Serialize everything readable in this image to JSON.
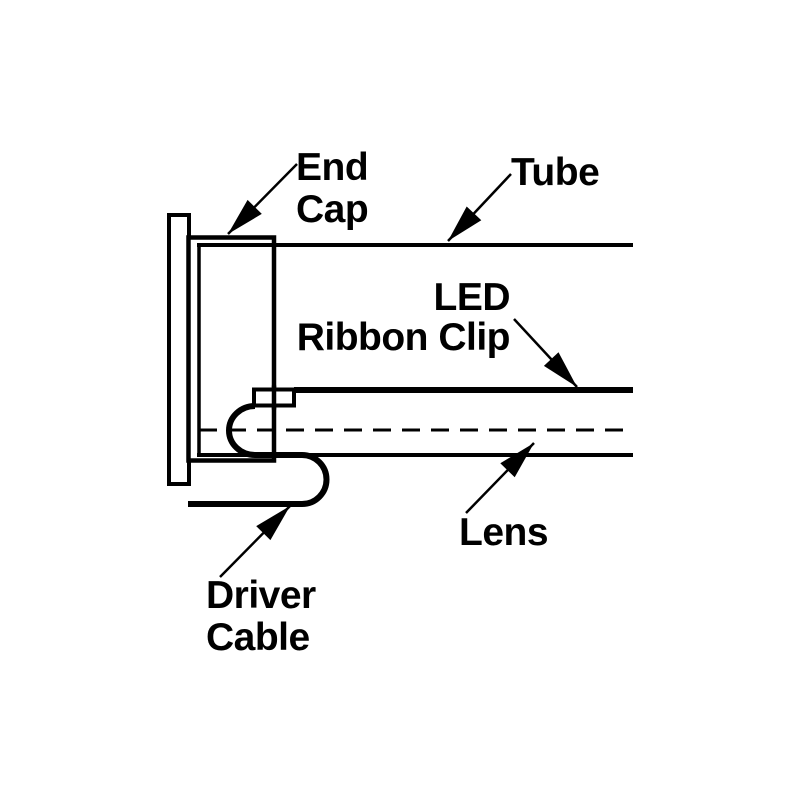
{
  "diagram": {
    "background_color": "#ffffff",
    "line_color": "#000000",
    "labels": {
      "end_cap": {
        "line1": "End",
        "line2": "Cap"
      },
      "tube": {
        "text": "Tube"
      },
      "led_ribbon_clip": {
        "line1": "LED",
        "line2": "Ribbon Clip"
      },
      "lens": {
        "text": "Lens"
      },
      "driver_cable": {
        "line1": "Driver",
        "line2": "Cable"
      }
    }
  }
}
